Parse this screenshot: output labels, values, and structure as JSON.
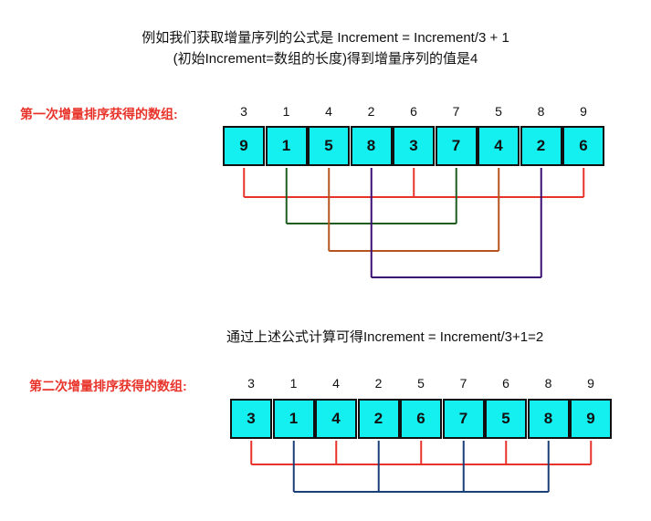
{
  "header": {
    "line1": "例如我们获取增量序列的公式是 Increment = Increment/3 + 1",
    "line2": "(初始Increment=数组的长度)得到增量序列的值是4"
  },
  "section1": {
    "label": "第一次增量排序获得的数组:",
    "indices": [
      "3",
      "1",
      "4",
      "2",
      "6",
      "7",
      "5",
      "8",
      "9"
    ],
    "values": [
      "9",
      "1",
      "5",
      "8",
      "3",
      "7",
      "4",
      "2",
      "6"
    ],
    "groups": [
      {
        "cells": [
          0,
          4,
          8
        ],
        "color": "#e8332a"
      },
      {
        "cells": [
          1,
          5
        ],
        "color": "#1f5c1f"
      },
      {
        "cells": [
          2,
          6
        ],
        "color": "#b5541f"
      },
      {
        "cells": [
          3,
          7
        ],
        "color": "#3c0f73"
      }
    ]
  },
  "mid_text": "通过上述公式计算可得Increment = Increment/3+1=2",
  "section2": {
    "label": "第二次增量排序获得的数组:",
    "indices": [
      "3",
      "1",
      "4",
      "2",
      "5",
      "7",
      "6",
      "8",
      "9"
    ],
    "values": [
      "3",
      "1",
      "4",
      "2",
      "6",
      "7",
      "5",
      "8",
      "9"
    ],
    "groups": [
      {
        "cells": [
          0,
          2,
          4,
          6,
          8
        ],
        "color": "#e8332a"
      },
      {
        "cells": [
          1,
          3,
          5,
          7
        ],
        "color": "#1a3f78"
      }
    ]
  },
  "cell_color": "#14f0f0"
}
